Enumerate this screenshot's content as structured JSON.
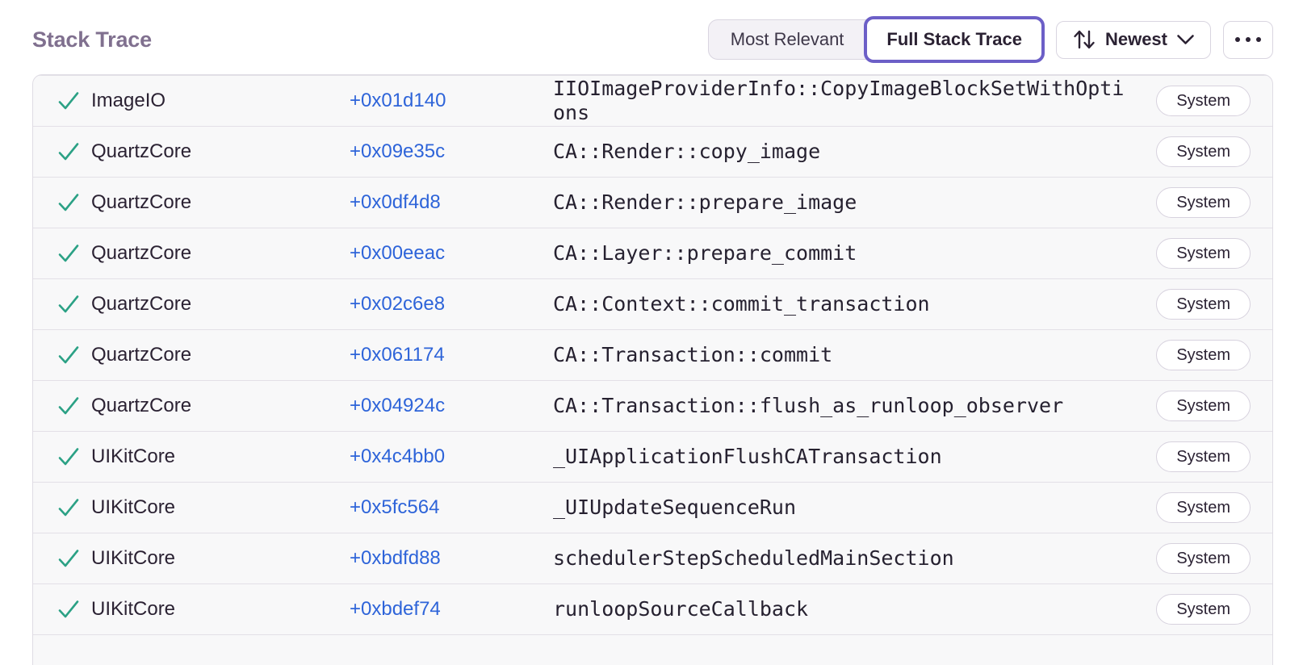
{
  "header": {
    "title": "Stack Trace",
    "view_toggle": {
      "options": [
        {
          "label": "Most Relevant",
          "active": false
        },
        {
          "label": "Full Stack Trace",
          "active": true
        }
      ]
    },
    "sort_button": {
      "label": "Newest"
    },
    "icons": {
      "sort": "up-down-arrows",
      "chevron": "chevron-down",
      "more": "ellipsis",
      "frame_status": "checkmark"
    }
  },
  "trace": {
    "rows": [
      {
        "module": "ImageIO",
        "address": "+0x01d140",
        "function": "IIOImageProviderInfo::CopyImageBlockSetWithOptions",
        "badge": "System"
      },
      {
        "module": "QuartzCore",
        "address": "+0x09e35c",
        "function": "CA::Render::copy_image",
        "badge": "System"
      },
      {
        "module": "QuartzCore",
        "address": "+0x0df4d8",
        "function": "CA::Render::prepare_image",
        "badge": "System"
      },
      {
        "module": "QuartzCore",
        "address": "+0x00eeac",
        "function": "CA::Layer::prepare_commit",
        "badge": "System"
      },
      {
        "module": "QuartzCore",
        "address": "+0x02c6e8",
        "function": "CA::Context::commit_transaction",
        "badge": "System"
      },
      {
        "module": "QuartzCore",
        "address": "+0x061174",
        "function": "CA::Transaction::commit",
        "badge": "System"
      },
      {
        "module": "QuartzCore",
        "address": "+0x04924c",
        "function": "CA::Transaction::flush_as_runloop_observer",
        "badge": "System"
      },
      {
        "module": "UIKitCore",
        "address": "+0x4c4bb0",
        "function": "_UIApplicationFlushCATransaction",
        "badge": "System"
      },
      {
        "module": "UIKitCore",
        "address": "+0x5fc564",
        "function": "_UIUpdateSequenceRun",
        "badge": "System"
      },
      {
        "module": "UIKitCore",
        "address": "+0xbdfd88",
        "function": "schedulerStepScheduledMainSection",
        "badge": "System"
      },
      {
        "module": "UIKitCore",
        "address": "+0xbdef74",
        "function": "runloopSourceCallback",
        "badge": "System"
      }
    ]
  },
  "colors": {
    "accent_purple": "#6c5fc7",
    "link_blue": "#2e64d9",
    "success_green": "#2ba185",
    "title_gray_purple": "#80708f",
    "row_background": "#f8f8f9"
  }
}
